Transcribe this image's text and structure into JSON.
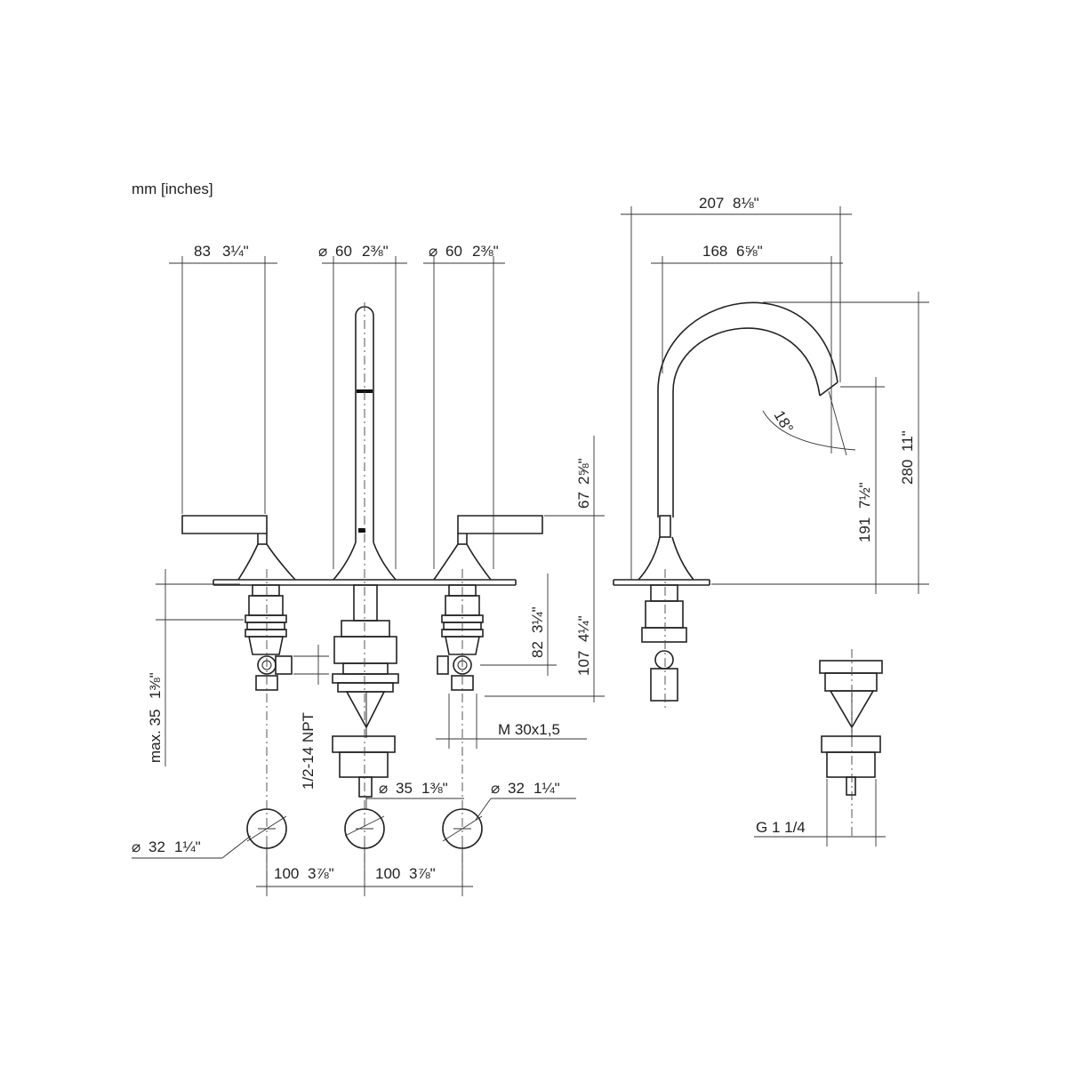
{
  "units_label": "mm [inches]",
  "dimensions": {
    "d83": "83",
    "d83_in": "3¼\"",
    "dia60_a": "60",
    "dia60_a_in": "2⅜\"",
    "dia60_b": "60",
    "dia60_b_in": "2⅜\"",
    "d207": "207",
    "d207_in": "8⅛\"",
    "d168": "168",
    "d168_in": "6⅝\"",
    "angle": "18°",
    "d280": "280",
    "d280_in": "11\"",
    "d191": "191",
    "d191_in": "7½\"",
    "d67": "67",
    "d67_in": "2⅝\"",
    "d82": "82",
    "d82_in": "3¼\"",
    "d107": "107",
    "d107_in": "4¼\"",
    "max35": "max. 35",
    "max35_in": "1⅜\"",
    "npt": "1/2-14 NPT",
    "thread": "M 30x1,5",
    "dia35": "35",
    "dia35_in": "1⅜\"",
    "dia32_a": "32",
    "dia32_a_in": "1¼\"",
    "dia32_b": "32",
    "dia32_b_in": "1¼\"",
    "d100_a": "100",
    "d100_a_in": "3⅞\"",
    "d100_b": "100",
    "d100_b_in": "3⅞\"",
    "g": "G 1 1/4"
  },
  "diameter_symbol": "⌀"
}
